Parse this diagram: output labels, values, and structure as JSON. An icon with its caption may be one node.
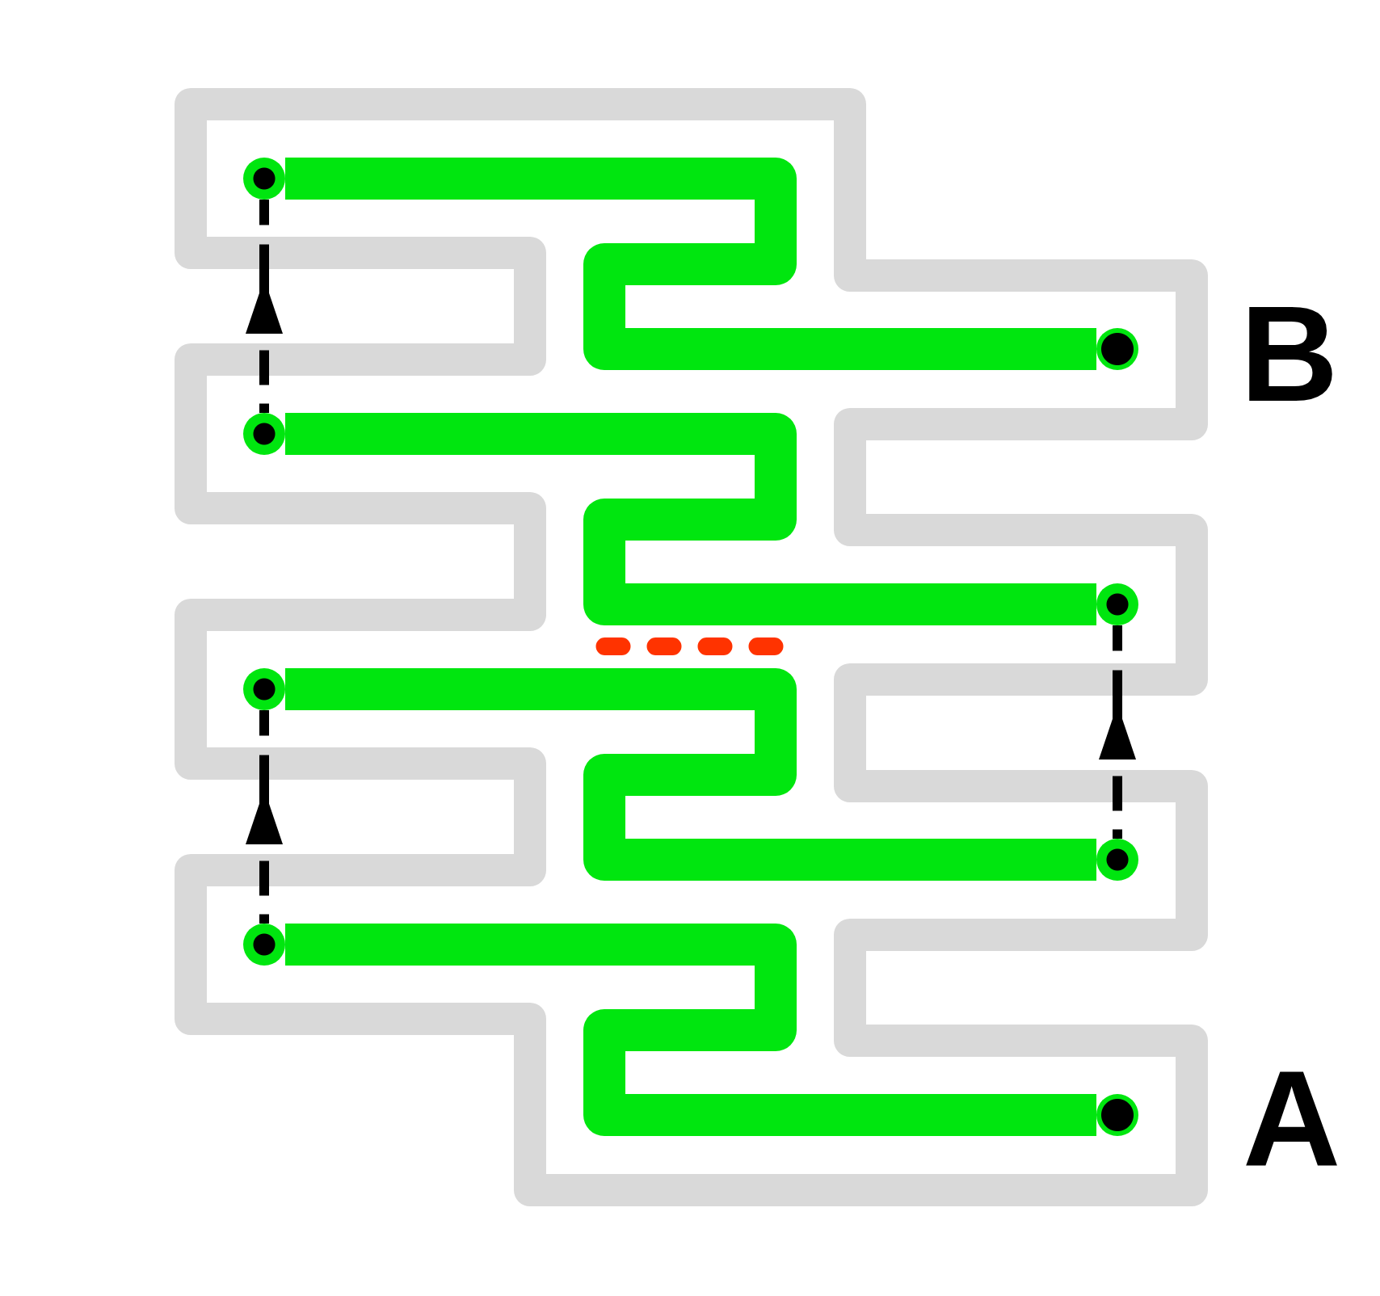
{
  "diagram": {
    "nodes": [
      {
        "text": [],
        "shape": "circle"
      },
      {
        "text": [],
        "shape": "circle"
      },
      {
        "text": [],
        "shape": "circle"
      },
      {
        "text": [],
        "shape": "circle"
      },
      {
        "text": [],
        "shape": "circle"
      },
      {
        "text": [],
        "shape": "circle"
      },
      {
        "text": [],
        "shape": "circle"
      },
      {
        "text": [],
        "shape": "circle"
      }
    ],
    "edges": [
      {
        "from": 0,
        "to": 1,
        "arrow": "none"
      },
      {
        "from": 2,
        "to": 0,
        "arrow": "to",
        "style": "dashed",
        "color": "#000000"
      },
      {
        "from": 2,
        "to": 3,
        "arrow": "none"
      },
      {
        "from": 5,
        "to": 3,
        "arrow": "to",
        "style": "dashed",
        "color": "#000000"
      },
      {
        "from": 4,
        "to": 5,
        "arrow": "none"
      },
      {
        "from": 6,
        "to": 4,
        "arrow": "to",
        "style": "dashed",
        "color": "#000000"
      },
      {
        "from": 6,
        "to": 7,
        "arrow": "none"
      }
    ],
    "labels": [
      "B",
      "A"
    ]
  }
}
